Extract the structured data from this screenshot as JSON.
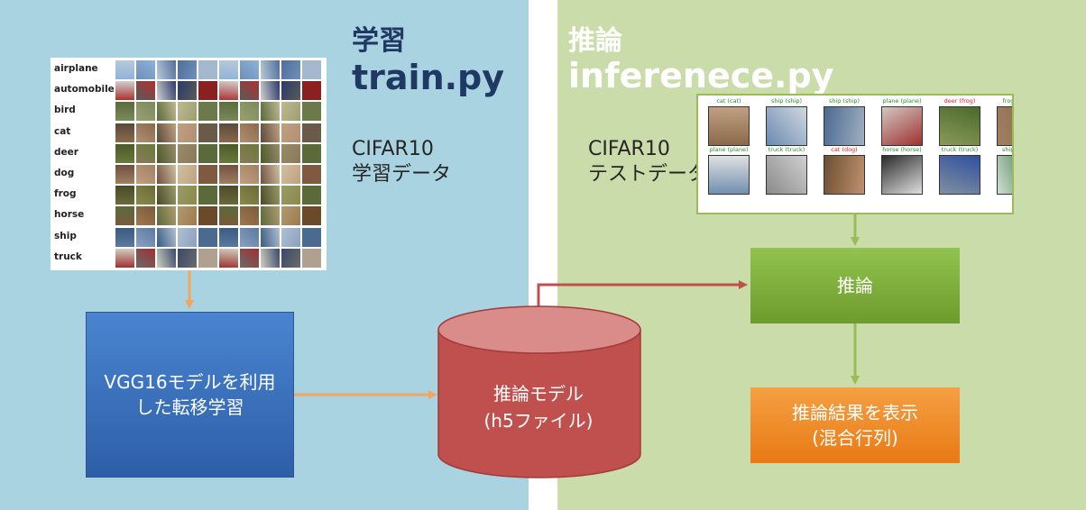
{
  "train": {
    "title_jp": "学習",
    "title_py": "train.py",
    "caption_line1": "CIFAR10",
    "caption_line2": "学習データ",
    "classes": [
      "airplane",
      "automobile",
      "bird",
      "cat",
      "deer",
      "dog",
      "frog",
      "horse",
      "ship",
      "truck"
    ]
  },
  "inference": {
    "title_jp": "推論",
    "title_py": "inferenece.py",
    "caption_line1": "CIFAR10",
    "caption_line2": "テストデータ",
    "test_labels_row1": [
      "cat (cat)",
      "ship (ship)",
      "ship (ship)",
      "plane (plane)",
      "deer (frog)",
      "frog (frog)"
    ],
    "test_labels_row2": [
      "plane (plane)",
      "truck (truck)",
      "cat (dog)",
      "horse (horse)",
      "truck (truck)",
      "ship (ship)"
    ]
  },
  "boxes": {
    "vgg_line1": "VGG16モデルを利用",
    "vgg_line2": "した転移学習",
    "model_line1": "推論モデル",
    "model_line2": "(h5ファイル)",
    "infer_label": "推論",
    "result_line1": "推論結果を表示",
    "result_line2": "(混合行列)"
  },
  "colors": {
    "train_bg": "#a9d3e1",
    "infer_bg": "#c9dca9",
    "vgg_box": "#3a70bc",
    "model_cylinder": "#c0504d",
    "infer_box": "#7fb03c",
    "result_box": "#f08c28",
    "arrow_orange": "#f4a460",
    "arrow_green": "#9bbb59",
    "arrow_red": "#c0504d",
    "correct_label": "#2a8a2a",
    "wrong_label": "#e02020"
  }
}
